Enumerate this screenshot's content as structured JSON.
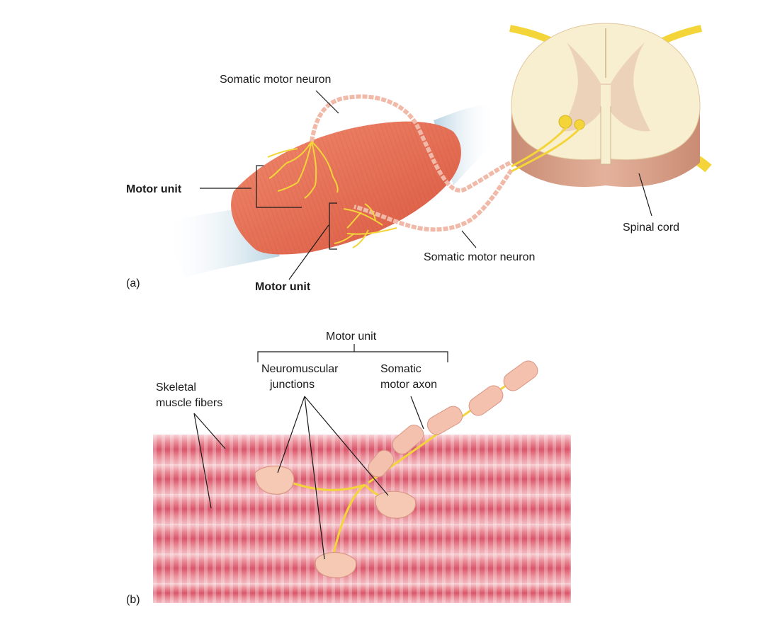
{
  "panel_a": {
    "tag": "(a)",
    "labels": {
      "somatic_motor_neuron_top": "Somatic motor neuron",
      "motor_unit_left": "Motor unit",
      "somatic_motor_neuron_bottom": "Somatic motor neuron",
      "motor_unit_bottom": "Motor unit",
      "spinal_cord": "Spinal cord"
    }
  },
  "panel_b": {
    "tag": "(b)",
    "labels": {
      "motor_unit": "Motor unit",
      "neuromuscular_line1": "Neuromuscular",
      "neuromuscular_line2": "junctions",
      "somatic_axon_line1": "Somatic",
      "somatic_axon_line2": "motor axon",
      "skeletal_line1": "Skeletal",
      "skeletal_line2": "muscle fibers"
    }
  },
  "colors": {
    "muscle": "#e8725a",
    "muscle_dark": "#c8503a",
    "tendon": "#c9dde8",
    "nerve": "#f3d53a",
    "myelin": "#f1b9a8",
    "spinal_white": "#f7efd0",
    "spinal_gray": "#ecd2b9",
    "spinal_side": "#d9a38a",
    "fiber": "#e98a94",
    "fiber_dark": "#d65a6c",
    "fiber_light": "#f5c6cc"
  }
}
